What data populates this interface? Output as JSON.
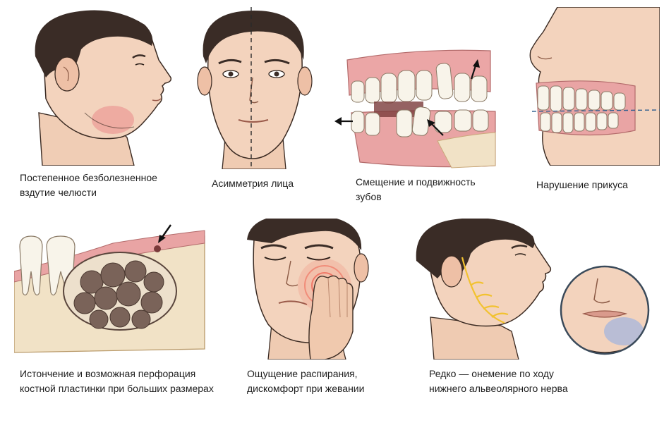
{
  "colors": {
    "skin": "#f3d3bd",
    "skin_shadow": "#e3b49a",
    "hair": "#3a2c26",
    "swelling": "#e98a8a",
    "gum": "#e9a4a4",
    "tooth": "#f8f4ea",
    "bone": "#f1e2c6",
    "cyst": "#7a6359",
    "nerve": "#f2c230",
    "numb": "#9fb4df",
    "pain": "#ef5a4a",
    "arrow": "#111111",
    "line": "#2a2a2a"
  },
  "panels": [
    {
      "id": "swelling",
      "lines": [
        "Постепенное безболезненное",
        "вздутие челюсти"
      ]
    },
    {
      "id": "asymmetry",
      "lines": [
        "Асимметрия лица"
      ]
    },
    {
      "id": "tooth-mobility",
      "lines": [
        "Смещение и подвижность",
        "зубов"
      ]
    },
    {
      "id": "malocclusion",
      "lines": [
        "Нарушение прикуса"
      ]
    },
    {
      "id": "perforation",
      "lines": [
        "Истончение и возможная перфорация",
        "костной пластинки при больших размерах"
      ]
    },
    {
      "id": "pressure",
      "lines": [
        "Ощущение распирания,",
        "дискомфорт при жевании"
      ]
    },
    {
      "id": "numbness",
      "lines": [
        "Редко — онемение по ходу",
        "нижнего альвеолярного нерва"
      ]
    }
  ]
}
